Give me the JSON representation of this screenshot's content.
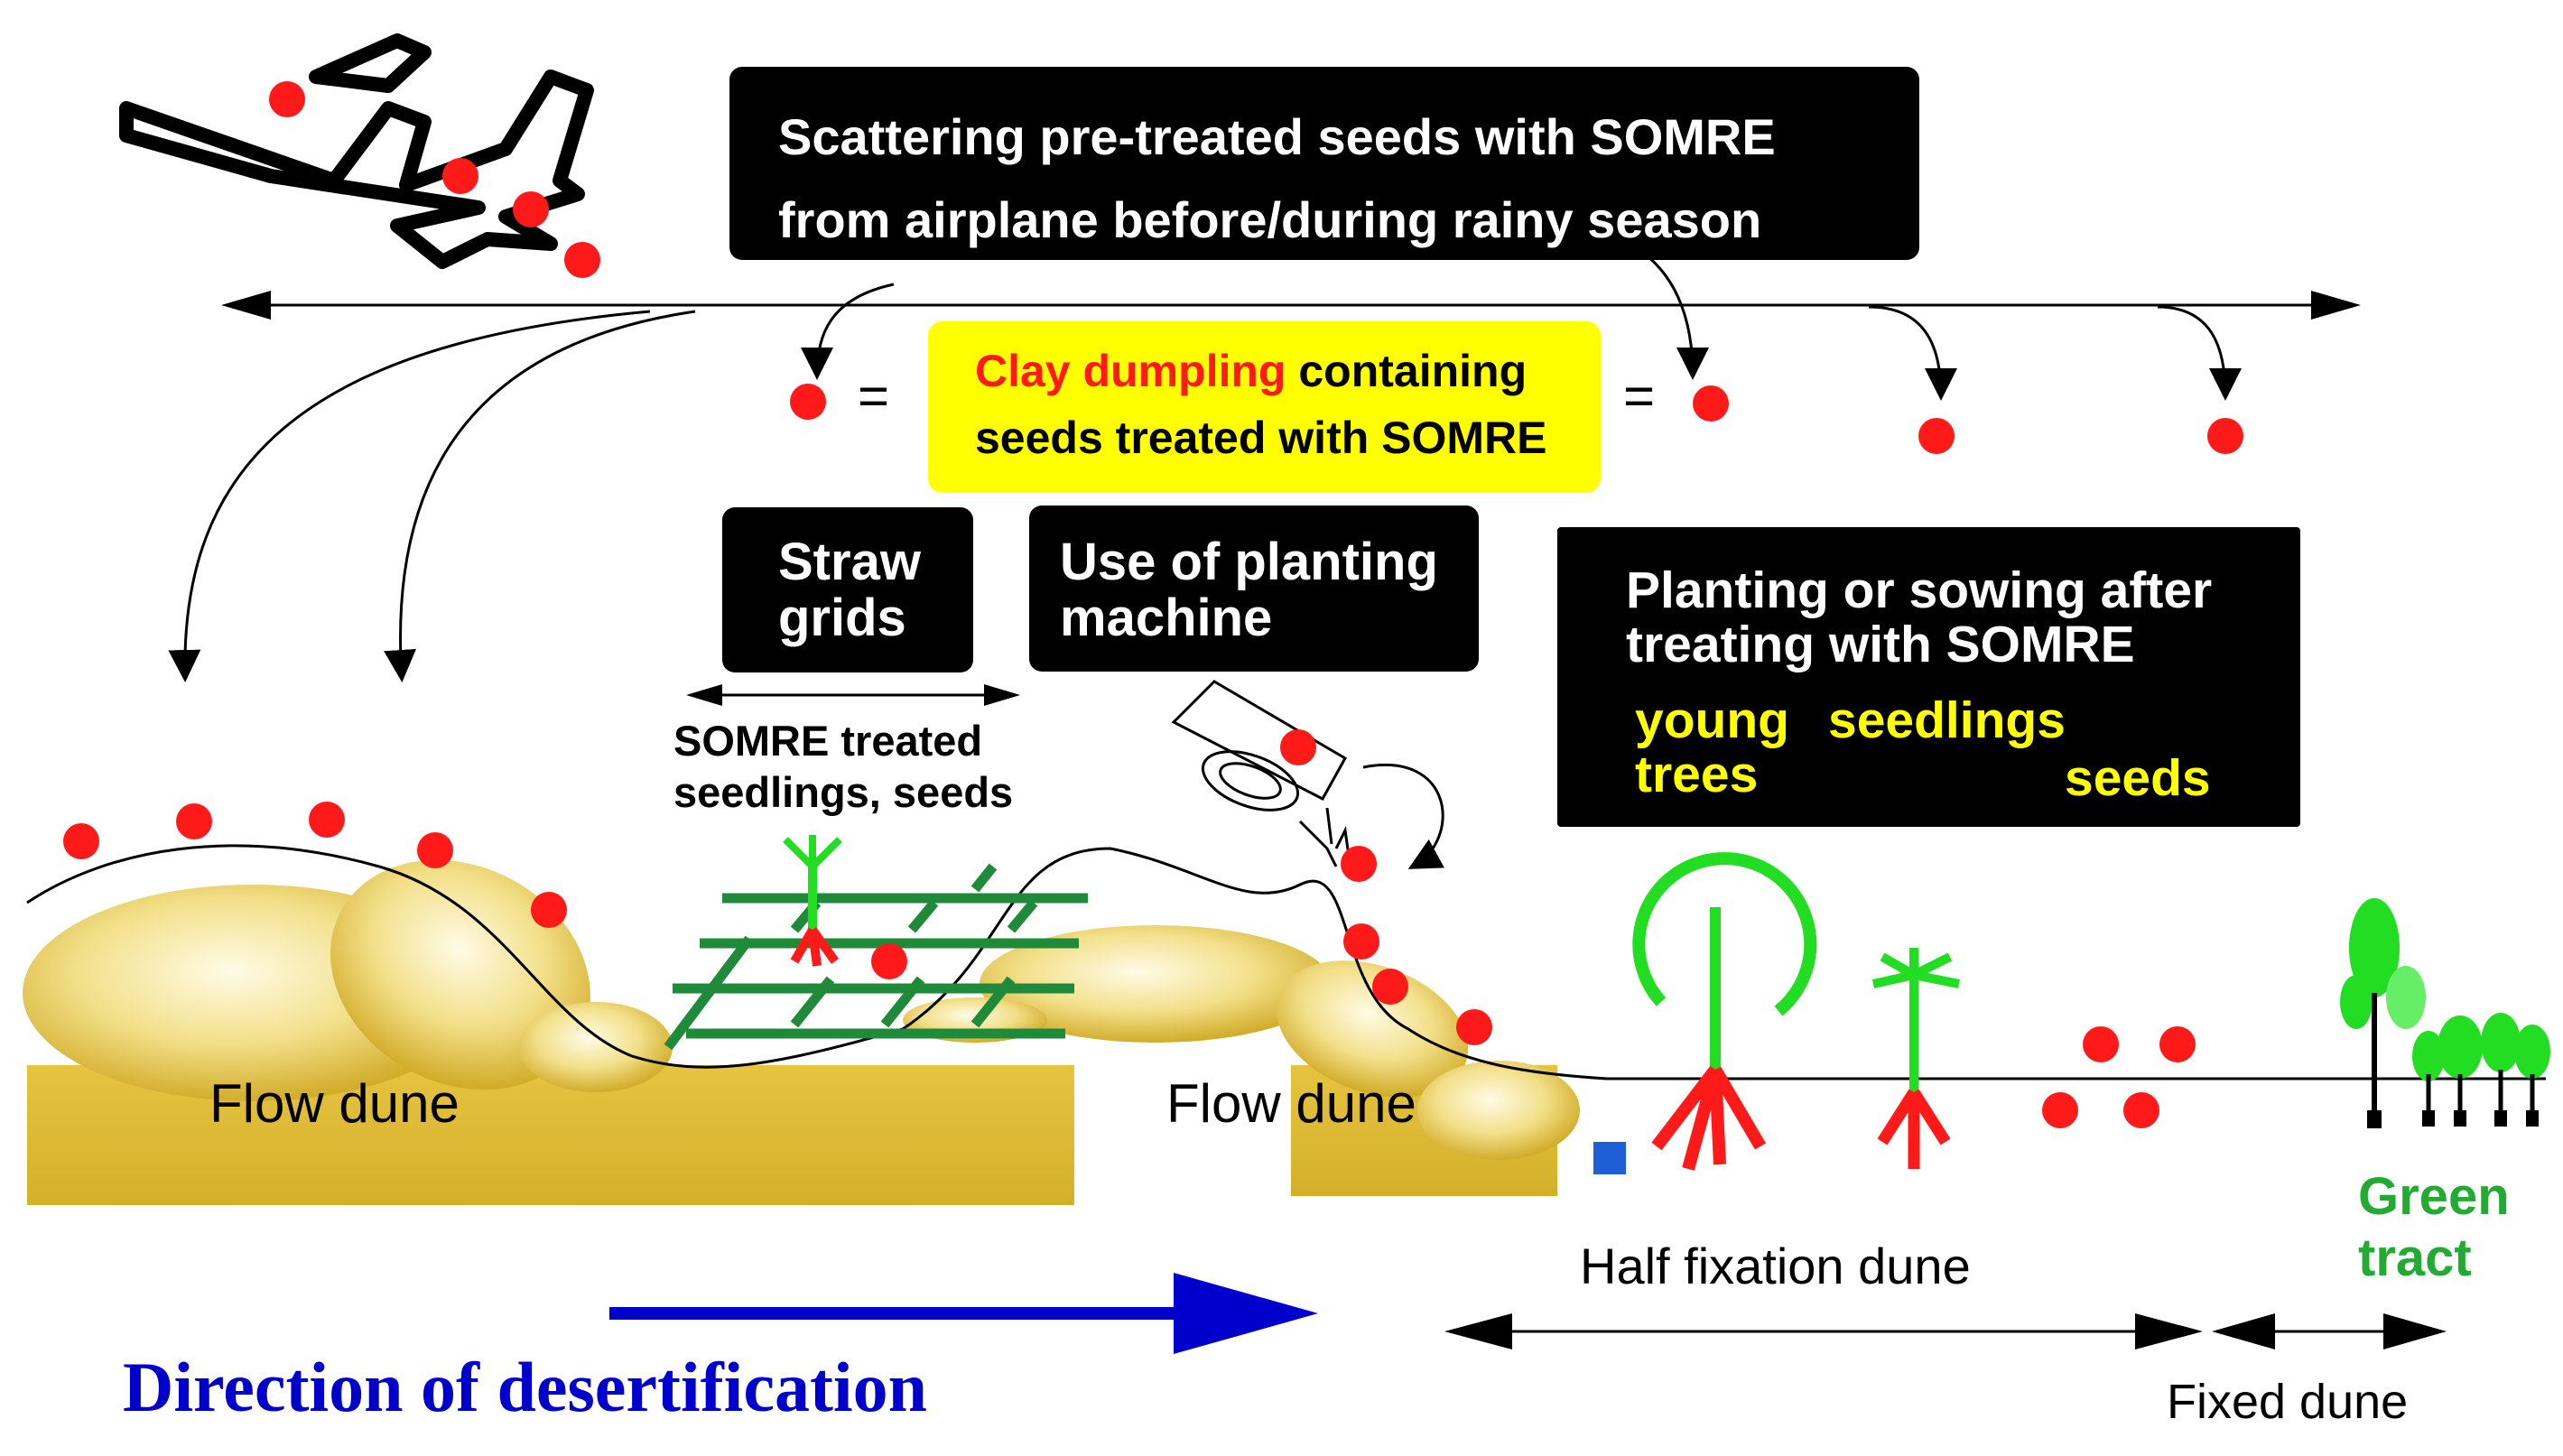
{
  "airplane_box": {
    "line1": "Scattering pre-treated seeds with SOMRE",
    "line2": "from airplane before/during rainy season"
  },
  "clay_box": {
    "highlight": "Clay dumpling",
    "rest": " containing",
    "line2": "seeds treated with SOMRE",
    "equals": "="
  },
  "straw_box": {
    "line1": "Straw",
    "line2": "grids"
  },
  "machine_box": {
    "line1": "Use of planting",
    "line2": "machine"
  },
  "planting_box": {
    "line1": "Planting or sowing after",
    "line2": "treating with SOMRE",
    "young": "young",
    "seedlings": "seedlings",
    "trees": "trees",
    "seeds": "seeds"
  },
  "labels": {
    "somre_line1": "SOMRE treated",
    "somre_line2": "seedlings, seeds",
    "flow_dune_left": "Flow dune",
    "flow_dune_mid": "Flow dune",
    "half_fixation": "Half fixation dune",
    "green_line1": "Green",
    "green_line2": "tract",
    "fixed_dune": "Fixed dune",
    "direction": "Direction of desertification"
  },
  "colors": {
    "seed": "#ff1a1a",
    "sand_light": "#fff6cc",
    "sand_dark": "#d8b429",
    "plant_green": "#22dd22",
    "grid_green": "#1f8a3a",
    "root_red": "#ff1a1a",
    "highlight_yellow": "#ffff00",
    "direction_blue": "#0000cc",
    "green_tract_text": "#22aa33"
  }
}
